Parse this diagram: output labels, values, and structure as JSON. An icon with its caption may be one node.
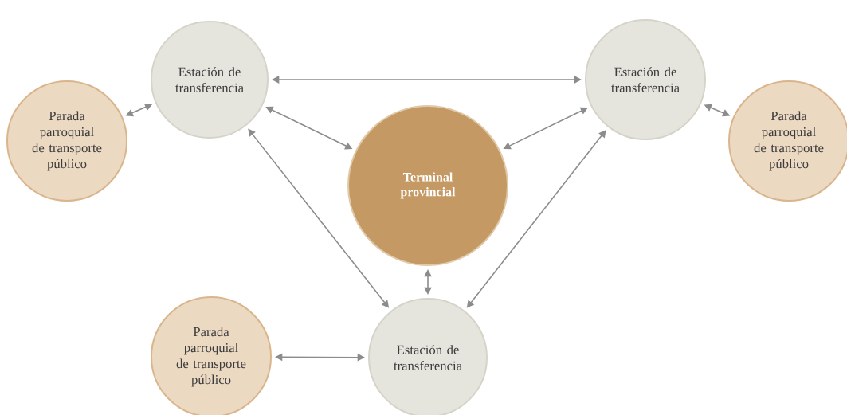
{
  "diagram": {
    "nodes": [
      {
        "text": [
          "Terminal provincial"
        ]
      },
      {
        "text": [
          "Estación de transferencia"
        ]
      },
      {
        "text": [
          "Estación de transferencia"
        ]
      },
      {
        "text": [
          "Estación de transferencia"
        ]
      },
      {
        "text": [
          "Parada parroquial de transporte público"
        ]
      },
      {
        "text": [
          "Parada parroquial de transporte público"
        ]
      },
      {
        "text": [
          "Parada parroquial de transporte público"
        ]
      }
    ],
    "edges": [
      {
        "from": 1,
        "to": 2,
        "arrow": "both"
      },
      {
        "from": 1,
        "to": 0,
        "arrow": "both"
      },
      {
        "from": 2,
        "to": 0,
        "arrow": "both"
      },
      {
        "from": 1,
        "to": 3,
        "arrow": "both"
      },
      {
        "from": 2,
        "to": 3,
        "arrow": "both"
      },
      {
        "from": 0,
        "to": 3,
        "arrow": "both"
      },
      {
        "from": 4,
        "to": 1,
        "arrow": "both"
      },
      {
        "from": 5,
        "to": 2,
        "arrow": "both"
      },
      {
        "from": 6,
        "to": 3,
        "arrow": "both"
      }
    ]
  }
}
